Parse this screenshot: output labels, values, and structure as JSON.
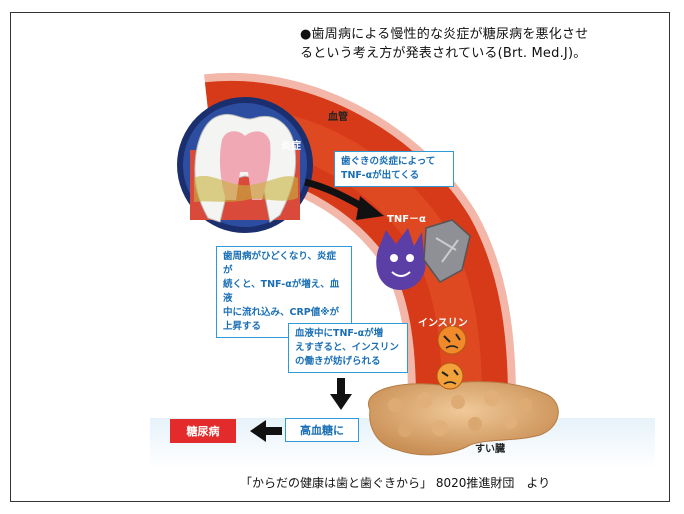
{
  "heading": {
    "line1": "●歯周病による慢性的な炎症が糖尿病を悪化させ",
    "line2": "るという考え方が発表されている(Brt. Med.J)。"
  },
  "labels": {
    "blood_vessel": "血管",
    "inflammation": "炎症",
    "tnf": "TNF－α",
    "insulin": "インスリン",
    "pancreas": "すい臓"
  },
  "notes": {
    "gum_tnf": [
      "歯ぐきの炎症によって",
      "TNF-αが出てくる"
    ],
    "crp": [
      "歯周病がひどくなり、炎症が",
      "続くと、TNF-αが増え、血液",
      "中に流れ込み、CRP値※が",
      "上昇する"
    ],
    "insulin_block": [
      "血液中にTNF-αが増",
      "えすぎると、インスリン",
      "の働きが妨げられる"
    ]
  },
  "flow": {
    "hyperglycemia": "高血糖に",
    "diabetes": "糖尿病"
  },
  "source": "「からだの健康は歯と歯ぐきから」 8020推進財団　より"
}
